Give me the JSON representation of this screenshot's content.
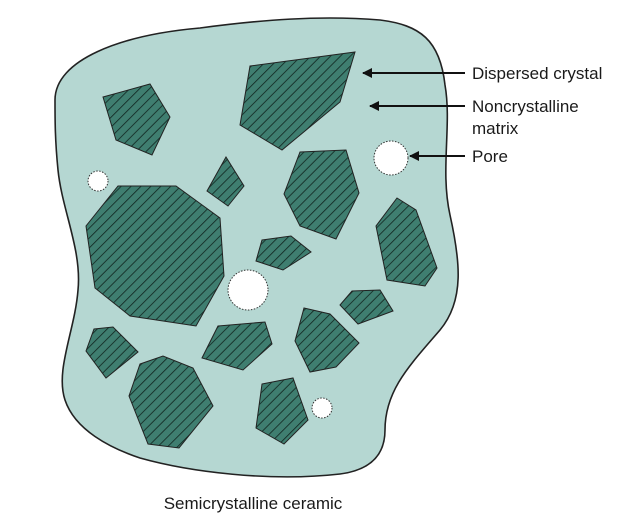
{
  "labels": {
    "dispersed_crystal": "Dispersed crystal",
    "noncrystalline_line1": "Noncrystalline",
    "noncrystalline_line2": "matrix",
    "pore": "Pore"
  },
  "caption": "Semicrystalline ceramic",
  "colors": {
    "matrix_fill": "#b5d7d2",
    "crystal_fill": "#3f7e70",
    "outline": "#222222",
    "pore_fill": "#ffffff"
  }
}
